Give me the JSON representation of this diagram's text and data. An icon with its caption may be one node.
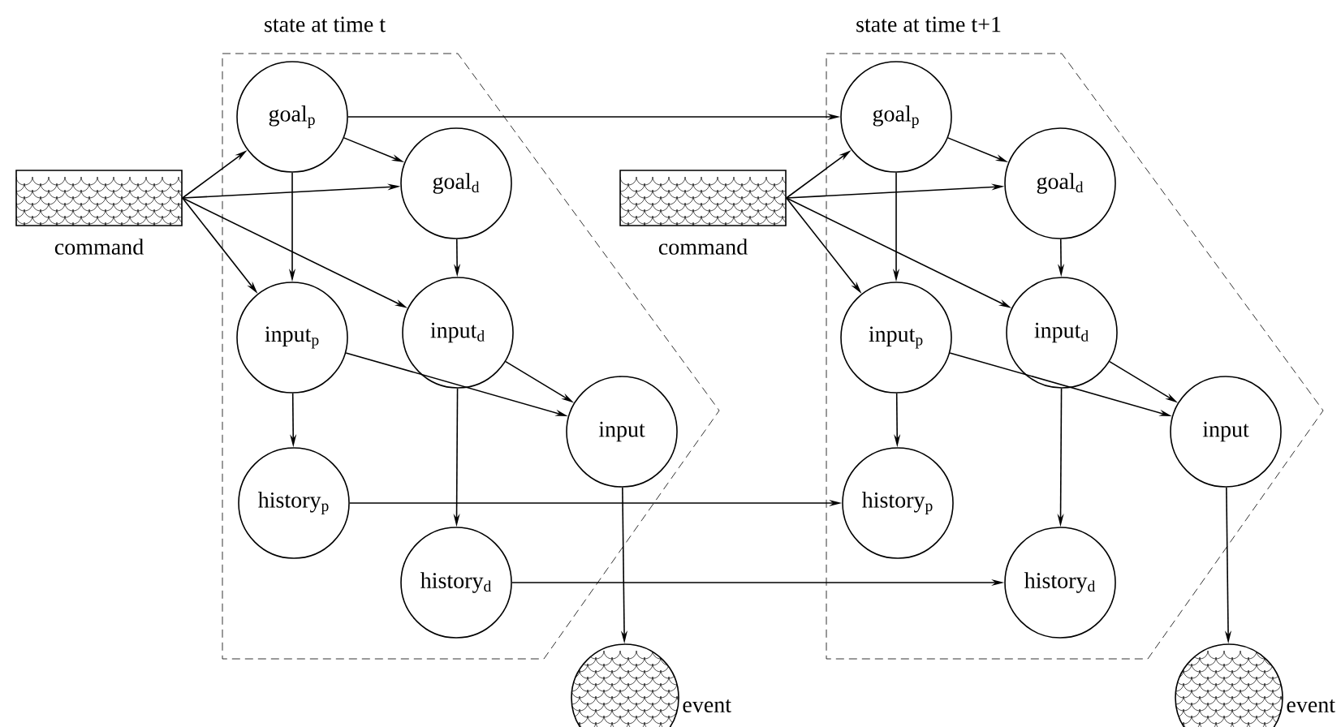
{
  "diagram": {
    "nodes": [
      {
        "text": [
          "state at time t"
        ]
      },
      {
        "text": [
          "goal$_{p}$"
        ],
        "in": 0
      },
      {
        "text": [
          "goal$_{d}$"
        ],
        "in": 0
      },
      {
        "text": [
          "input$_{p}$"
        ],
        "in": 0
      },
      {
        "text": [
          "input$_{d}$"
        ],
        "in": 0
      },
      {
        "text": [
          "input"
        ],
        "in": 0
      },
      {
        "text": [
          "history$_{p}$"
        ],
        "in": 0
      },
      {
        "text": [
          "history$_{d}$"
        ],
        "in": 0
      },
      {
        "text": [
          "command"
        ]
      },
      {
        "text": [
          "event"
        ]
      },
      {
        "text": [
          "state at time t+1"
        ]
      },
      {
        "text": [
          "goal$_{p}$"
        ],
        "in": 10
      },
      {
        "text": [
          "goal$_{d}$"
        ],
        "in": 10
      },
      {
        "text": [
          "input$_{p}$"
        ],
        "in": 10
      },
      {
        "text": [
          "input$_{d}$"
        ],
        "in": 10
      },
      {
        "text": [
          "input"
        ],
        "in": 10
      },
      {
        "text": [
          "history$_{p}$"
        ],
        "in": 10
      },
      {
        "text": [
          "history$_{d}$"
        ],
        "in": 10
      },
      {
        "text": [
          "command"
        ]
      },
      {
        "text": [
          "event"
        ]
      }
    ],
    "edges": [
      {
        "from": 8,
        "to": 1,
        "arrow": "to"
      },
      {
        "from": 8,
        "to": 2,
        "arrow": "to"
      },
      {
        "from": 8,
        "to": 3,
        "arrow": "to"
      },
      {
        "from": 8,
        "to": 4,
        "arrow": "to"
      },
      {
        "from": 1,
        "to": 2,
        "arrow": "to"
      },
      {
        "from": 1,
        "to": 3,
        "arrow": "to"
      },
      {
        "from": 2,
        "to": 4,
        "arrow": "to"
      },
      {
        "from": 3,
        "to": 6,
        "arrow": "to"
      },
      {
        "from": 3,
        "to": 5,
        "arrow": "to"
      },
      {
        "from": 4,
        "to": 5,
        "arrow": "to"
      },
      {
        "from": 4,
        "to": 7,
        "arrow": "to"
      },
      {
        "from": 5,
        "to": 9,
        "arrow": "to"
      },
      {
        "from": 1,
        "to": 11,
        "arrow": "to"
      },
      {
        "from": 6,
        "to": 16,
        "arrow": "to"
      },
      {
        "from": 7,
        "to": 17,
        "arrow": "to"
      },
      {
        "from": 18,
        "to": 11,
        "arrow": "to"
      },
      {
        "from": 18,
        "to": 12,
        "arrow": "to"
      },
      {
        "from": 18,
        "to": 13,
        "arrow": "to"
      },
      {
        "from": 18,
        "to": 14,
        "arrow": "to"
      },
      {
        "from": 11,
        "to": 12,
        "arrow": "to"
      },
      {
        "from": 11,
        "to": 13,
        "arrow": "to"
      },
      {
        "from": 12,
        "to": 14,
        "arrow": "to"
      },
      {
        "from": 13,
        "to": 16,
        "arrow": "to"
      },
      {
        "from": 13,
        "to": 15,
        "arrow": "to"
      },
      {
        "from": 14,
        "to": 15,
        "arrow": "to"
      },
      {
        "from": 14,
        "to": 17,
        "arrow": "to"
      },
      {
        "from": 15,
        "to": 19,
        "arrow": "to"
      }
    ]
  }
}
